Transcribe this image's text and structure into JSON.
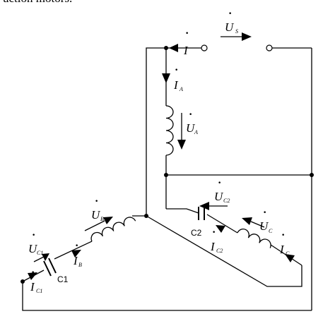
{
  "header_text": "uction motors.",
  "labels": {
    "I_main": {
      "sym": "I",
      "sub": ""
    },
    "U_S": {
      "sym": "U",
      "sub": "S"
    },
    "I_A": {
      "sym": "I",
      "sub": "A"
    },
    "U_A": {
      "sym": "U",
      "sub": "A"
    },
    "U_C2": {
      "sym": "U",
      "sub": "C2"
    },
    "C2": "C2",
    "I_C2": {
      "sym": "I",
      "sub": "C2"
    },
    "U_C": {
      "sym": "U",
      "sub": "C"
    },
    "I_C": {
      "sym": "I",
      "sub": "C"
    },
    "U_B": {
      "sym": "U",
      "sub": "B"
    },
    "U_C1": {
      "sym": "U",
      "sub": "C1"
    },
    "I_B": {
      "sym": "I",
      "sub": "B"
    },
    "C1": "C1",
    "I_C1": {
      "sym": "I",
      "sub": "C1"
    }
  }
}
